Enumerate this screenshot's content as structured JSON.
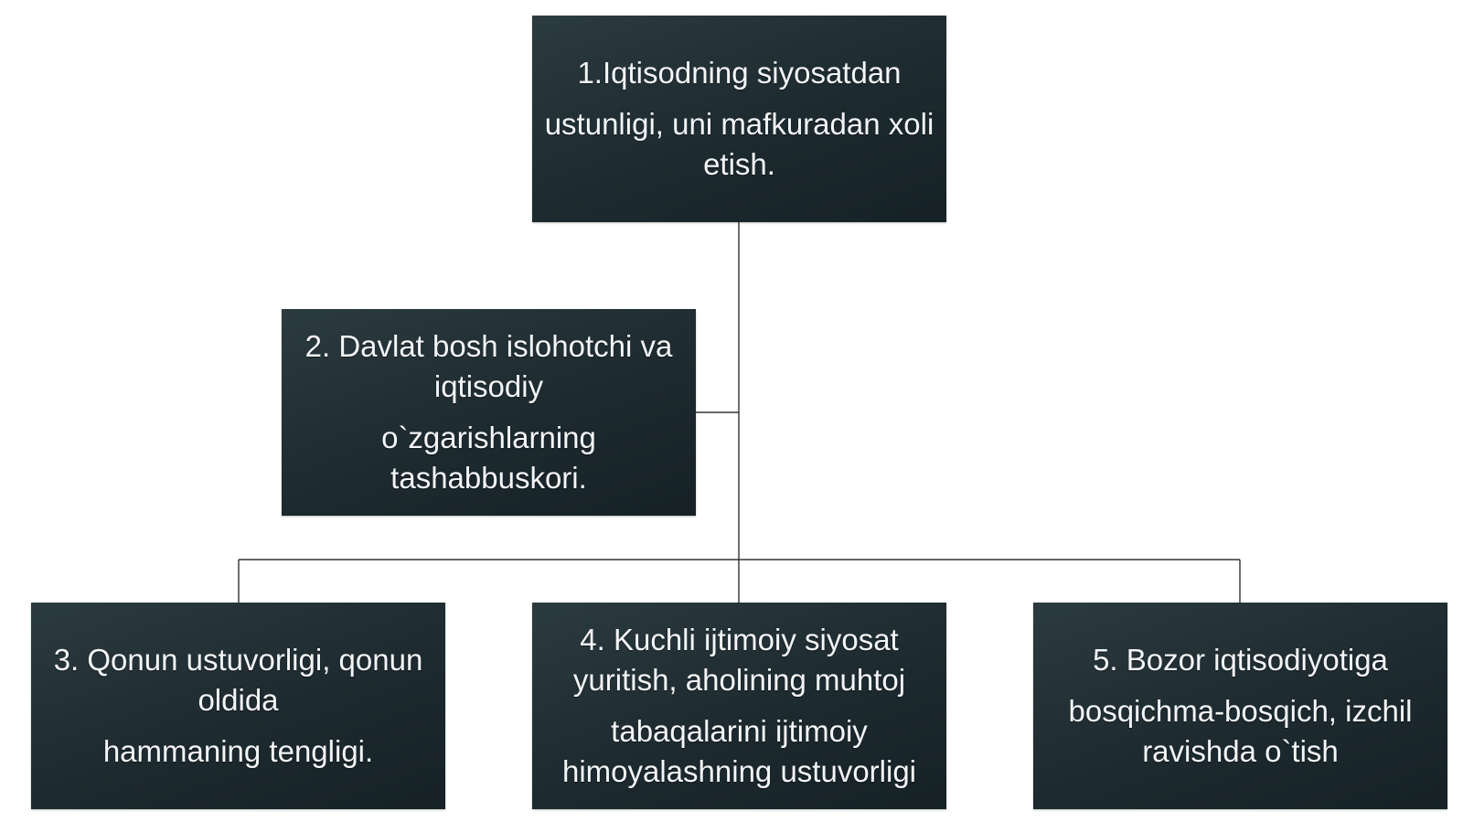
{
  "diagram": {
    "nodes": [
      {
        "id": "n1",
        "paragraphs": [
          "1.Iqtisodning siyosatdan",
          "ustunligi, uni mafkuradan xoli etish."
        ]
      },
      {
        "id": "n2",
        "paragraphs": [
          "2. Davlat bosh islohotchi va iqtisodiy",
          "o`zgarishlarning tashabbuskori."
        ]
      },
      {
        "id": "n3",
        "paragraphs": [
          "3. Qonun ustuvorligi, qonun oldida",
          "hammaning tengligi."
        ]
      },
      {
        "id": "n4",
        "paragraphs": [
          "4. Kuchli ijtimoiy siyosat yuritish, aholining muhtoj",
          "tabaqalarini ijtimoiy himoyalashning ustuvorligi"
        ]
      },
      {
        "id": "n5",
        "paragraphs": [
          "5. Bozor iqtisodiyotiga",
          "bosqichma-bosqich, izchil ravishda o`tish"
        ]
      }
    ],
    "edges": [
      {
        "from": "n1",
        "to": "n2"
      },
      {
        "from": "n1",
        "to": "n3"
      },
      {
        "from": "n1",
        "to": "n4"
      },
      {
        "from": "n1",
        "to": "n5"
      }
    ],
    "colors": {
      "box_fill": "#1d2a2f",
      "box_text": "#f3f5f6",
      "connector": "#333333",
      "background": "#ffffff"
    }
  }
}
